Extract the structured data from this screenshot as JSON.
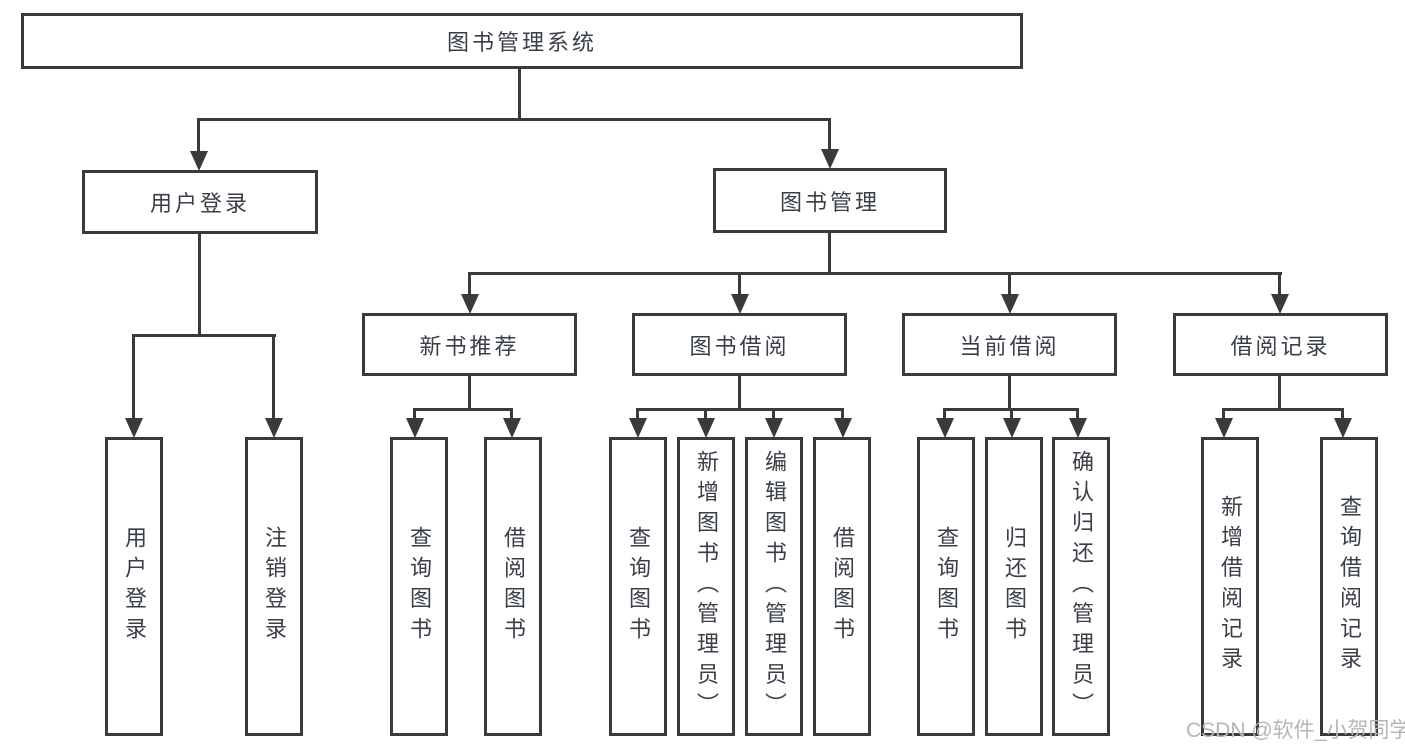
{
  "diagram": {
    "title": "图书管理系统",
    "type": "hierarchy-diagram",
    "colors": {
      "line": "#3a3a3a",
      "text": "#3a3f47",
      "background": "#ffffff",
      "watermark": "#b6b6b6"
    },
    "watermark": "CSDN @软件_小贺同学",
    "nodes": {
      "root": {
        "label": "图书管理系统"
      },
      "user_login": {
        "label": "用户登录"
      },
      "book_mgmt": {
        "label": "图书管理"
      },
      "new_book_rec": {
        "label": "新书推荐"
      },
      "book_borrow": {
        "label": "图书借阅"
      },
      "current_borrow": {
        "label": "当前借阅"
      },
      "borrow_record": {
        "label": "借阅记录"
      },
      "leaf_user_login": {
        "label": "用户登录"
      },
      "leaf_logout": {
        "label": "注销登录"
      },
      "leaf_rec_query": {
        "label": "查询图书"
      },
      "leaf_rec_borrow": {
        "label": "借阅图书"
      },
      "leaf_bb_query": {
        "label": "查询图书"
      },
      "leaf_bb_add": {
        "label": "新增图书（管理员）"
      },
      "leaf_bb_edit": {
        "label": "编辑图书（管理员）"
      },
      "leaf_bb_borrow": {
        "label": "借阅图书"
      },
      "leaf_cb_query": {
        "label": "查询图书"
      },
      "leaf_cb_return": {
        "label": "归还图书"
      },
      "leaf_cb_confirm": {
        "label": "确认归还（管理员）"
      },
      "leaf_br_add": {
        "label": "新增借阅记录"
      },
      "leaf_br_query": {
        "label": "查询借阅记录"
      }
    },
    "edges": [
      {
        "from": "root",
        "to": [
          "user_login",
          "book_mgmt"
        ]
      },
      {
        "from": "user_login",
        "to": [
          "leaf_user_login",
          "leaf_logout"
        ]
      },
      {
        "from": "book_mgmt",
        "to": [
          "new_book_rec",
          "book_borrow",
          "current_borrow",
          "borrow_record"
        ]
      },
      {
        "from": "new_book_rec",
        "to": [
          "leaf_rec_query",
          "leaf_rec_borrow"
        ]
      },
      {
        "from": "book_borrow",
        "to": [
          "leaf_bb_query",
          "leaf_bb_add",
          "leaf_bb_edit",
          "leaf_bb_borrow"
        ]
      },
      {
        "from": "current_borrow",
        "to": [
          "leaf_cb_query",
          "leaf_cb_return",
          "leaf_cb_confirm"
        ]
      },
      {
        "from": "borrow_record",
        "to": [
          "leaf_br_add",
          "leaf_br_query"
        ]
      }
    ]
  }
}
